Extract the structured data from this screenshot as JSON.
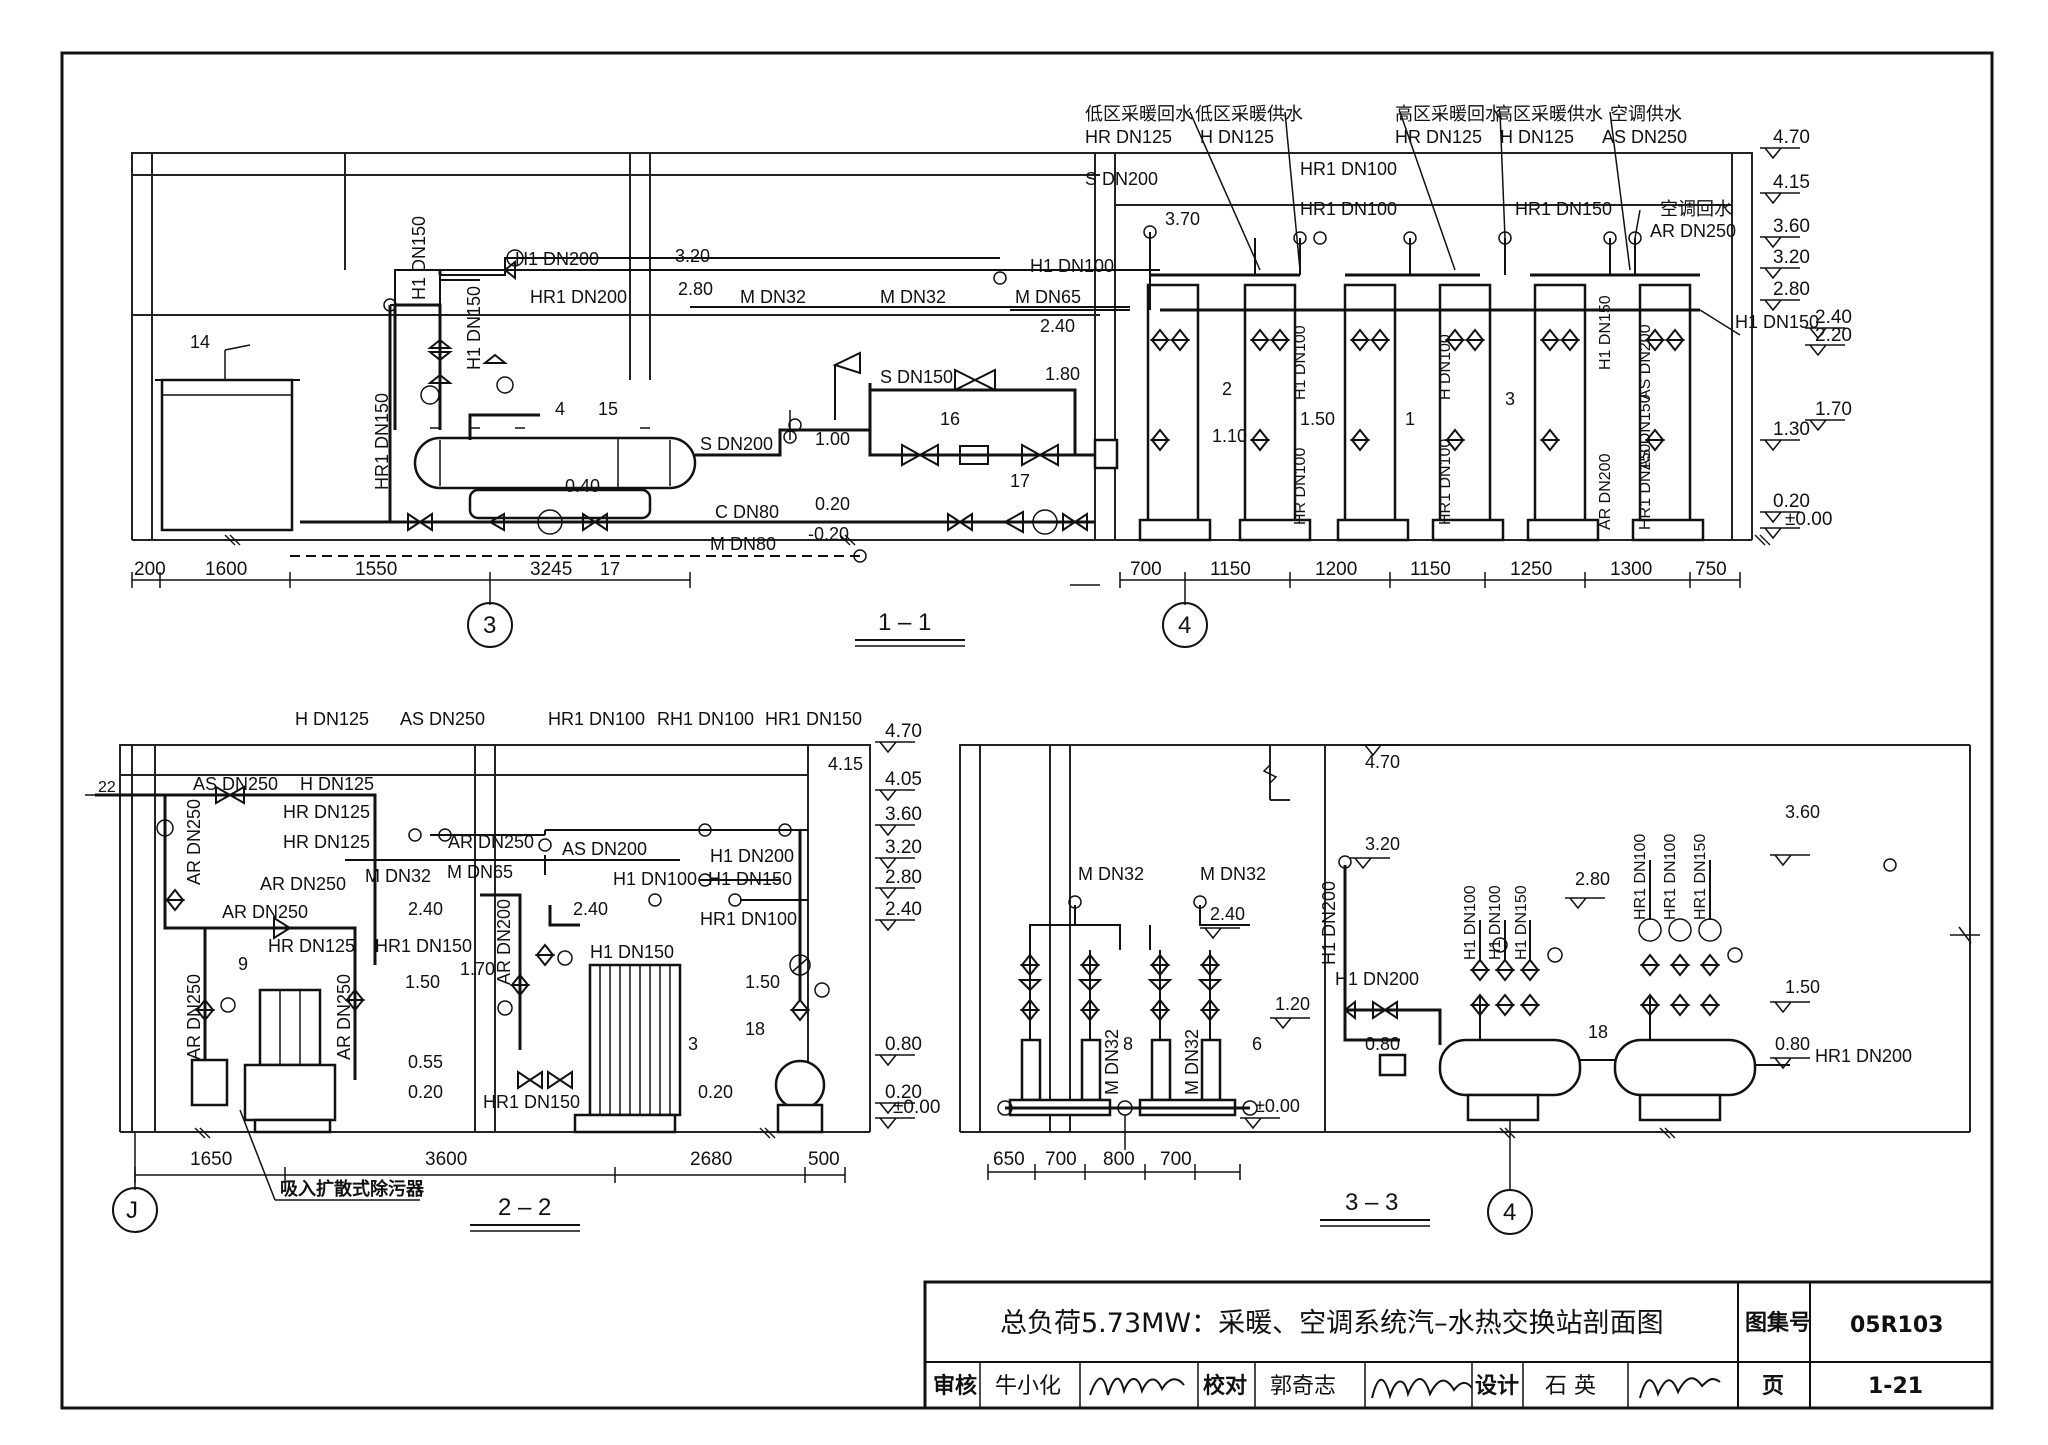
{
  "sheet": {
    "title": "总负荷5.73MW：采暖、空调系统汽–水热交换站剖面图",
    "atlas_label": "图集号",
    "atlas_no": "05R103",
    "page_label": "页",
    "page_no": "1-21",
    "review_label": "审核",
    "reviewer": "牛小化",
    "check_label": "校对",
    "checker": "郭奇志",
    "design_label": "设计",
    "designer": "石 英"
  },
  "section_1_1": {
    "title": "1 – 1",
    "axis_left": "3",
    "axis_right": "4",
    "elevations": [
      "4.70",
      "4.15",
      "3.60",
      "3.20",
      "2.80",
      "2.40",
      "2.20",
      "1.70",
      "1.30",
      "0.20",
      "±0.00"
    ],
    "dims": [
      "200",
      "1600",
      "1550",
      "3245",
      "700",
      "1150",
      "1200",
      "1150",
      "1250",
      "1300",
      "750"
    ],
    "headers": {
      "low_return": "低区采暖回水",
      "low_supply": "低区采暖供水",
      "high_return": "高区采暖回水",
      "high_supply": "高区采暖供水",
      "ac_supply": "空调供水",
      "ac_return": "空调回水"
    },
    "labels": {
      "hr_dn125": "HR DN125",
      "h_dn125_a": "H DN125",
      "hr_dn125_b": "HR DN125",
      "h_dn125_b": "H DN125",
      "as_dn250": "AS DN250",
      "s_dn200_top": "S DN200",
      "hr1_dn100_a": "HR1 DN100",
      "hr1_dn100_b": "HR1 DN100",
      "hr1_dn150": "HR1 DN150",
      "ar_dn250": "AR DN250",
      "h1_dn150_right": "H1 DN150",
      "h1_dn100": "H1 DN100",
      "h1_dn200": "H1 DN200",
      "hr1_dn200": "HR1 DN200",
      "m_dn32_a": "M DN32",
      "m_dn32_b": "M DN32",
      "m_dn65": "M DN65",
      "s_dn150": "S DN150",
      "s_dn200": "S DN200",
      "c_dn80": "C DN80",
      "m_dn80": "M DN80",
      "h1_dn150_v": "H1 DN150",
      "h1_dn150_v2": "H1 DN150",
      "hr1_dn150_v": "HR1 DN150",
      "el_320": "3.20",
      "el_280": "2.80",
      "el_240": "2.40",
      "el_180": "1.80",
      "el_100": "1.00",
      "el_040": "0.40",
      "el_020": "0.20",
      "el_m020": "-0.20",
      "el_370": "3.70",
      "el_110": "1.10",
      "el_150": "1.50",
      "v_h1_dn100": "H1 DN100",
      "v_hr_dn100": "HR DN100",
      "v_h_dn100": "H DN100",
      "v_hr1_dn100": "HR1 DN100",
      "v_h1_dn150": "H1 DN150",
      "v_as_dn200": "AS DN200",
      "v_ar_dn200": "AR DN200",
      "v_hr1_dn150": "HR1 DN150",
      "v_as_dn150": "AS DN150",
      "tag_14": "14",
      "tag_4": "4",
      "tag_15": "15",
      "tag_16": "16",
      "tag_17a": "17",
      "tag_17b": "17",
      "tag_1": "1",
      "tag_2": "2",
      "tag_3": "3"
    }
  },
  "section_2_2": {
    "title": "2 – 2",
    "axis": "J",
    "note": "吸入扩散式除污器",
    "elevations": [
      "4.70",
      "4.05",
      "3.60",
      "3.20",
      "2.80",
      "2.40",
      "0.80",
      "0.20",
      "±0.00"
    ],
    "dims": [
      "1650",
      "3600",
      "2680",
      "500"
    ],
    "labels": {
      "h_dn125": "H DN125",
      "as_dn250": "AS DN250",
      "hr1_dn100": "HR1 DN100",
      "rh1_dn100": "RH1 DN100",
      "hr1_dn150": "HR1 DN150",
      "as_dn250_b": "AS DN250",
      "h_dn125_b": "H DN125",
      "hr_dn125": "HR DN125",
      "hr_dn125_b": "HR DN125",
      "ar_dn250": "AR DN250",
      "ar_dn250_b": "AR DN250",
      "ar_dn250_c": "AR DN250",
      "as_dn200": "AS DN200",
      "m_dn32": "M DN32",
      "m_dn65": "M DN65",
      "h1_dn200": "H1 DN200",
      "h1_dn100": "H1 DN100",
      "h1_dn150": "H1 DN150",
      "hr1_dn100_b": "HR1 DN100",
      "hr_dn125_c": "HR DN125",
      "hr1_dn150_b": "HR1 DN150",
      "h1_dn150_b": "H1 DN150",
      "v_ar_dn250": "AR DN250",
      "v_ar_dn250_b": "AR DN250",
      "v_ar_dn250_c": "AR DN250",
      "v_ar_dn200": "AR DN200",
      "hr1_dn150_c": "HR1 DN150",
      "el_415": "4.15",
      "el_240a": "2.40",
      "el_240b": "2.40",
      "el_170": "1.70",
      "el_150a": "1.50",
      "el_150b": "1.50",
      "el_055": "0.55",
      "el_020a": "0.20",
      "el_020b": "0.20",
      "tag_9": "9",
      "tag_3": "3",
      "tag_18": "18",
      "pipe_id": "22"
    }
  },
  "section_3_3": {
    "title": "3 – 3",
    "axis": "4",
    "dims": [
      "650",
      "700",
      "800",
      "700"
    ],
    "labels": {
      "el_470": "4.70",
      "el_360": "3.60",
      "el_320": "3.20",
      "el_280": "2.80",
      "el_240": "2.40",
      "el_150": "1.50",
      "el_120": "1.20",
      "el_080": "0.80",
      "el_080b": "0.80",
      "el_000": "±0.00",
      "m_dn32_a": "M DN32",
      "m_dn32_b": "M DN32",
      "m_dn32_v": "M DN32",
      "m_dn32_v2": "M DN32",
      "h1_dn200_v": "H1 DN200",
      "h1_dn200": "H1 DN200",
      "hr1_dn200": "HR1 DN200",
      "v_h1_dn100": "H1 DN100",
      "v_h1_dn100b": "H1 DN100",
      "v_h1_dn150": "H1 DN150",
      "v_hr1_dn100": "HR1 DN100",
      "v_hr1_dn100b": "HR1 DN100",
      "v_hr1_dn150": "HR1 DN150",
      "tag_8": "8",
      "tag_6": "6",
      "tag_18": "18"
    }
  }
}
